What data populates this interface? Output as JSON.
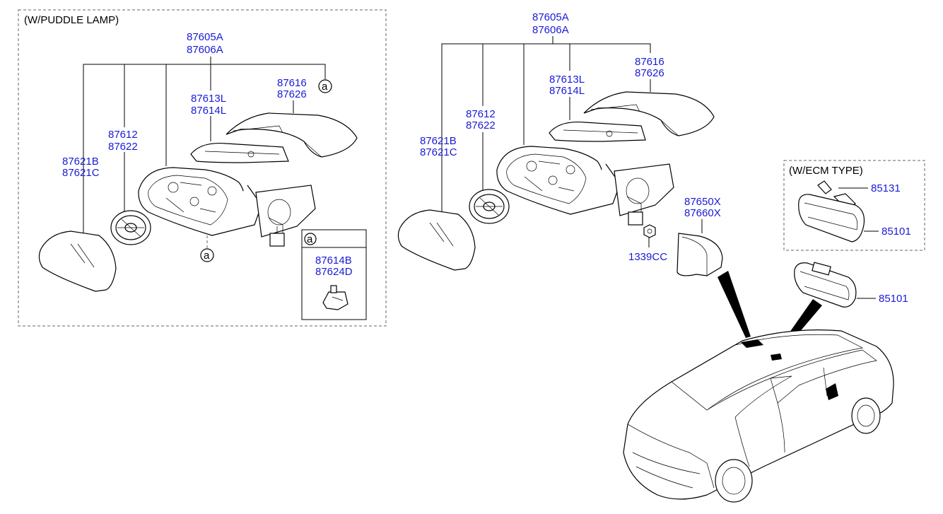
{
  "colors": {
    "label": "#1a1ad6",
    "line": "#000000",
    "frame": "#666666"
  },
  "left_box": {
    "title": "(W/PUDDLE LAMP)",
    "assembly_a": "87605A",
    "assembly_b": "87606A",
    "cover_a": "87616",
    "cover_b": "87626",
    "lamp_a": "87613L",
    "lamp_b": "87614L",
    "actuator_a": "87612",
    "actuator_b": "87622",
    "glass_a": "87621B",
    "glass_b": "87621C",
    "ref_marker": "a",
    "ref_marker_2": "a",
    "inset_marker": "a",
    "inset_a": "87614B",
    "inset_b": "87624D"
  },
  "middle": {
    "assembly_a": "87605A",
    "assembly_b": "87606A",
    "cover_a": "87616",
    "cover_b": "87626",
    "lamp_a": "87613L",
    "lamp_b": "87614L",
    "actuator_a": "87612",
    "actuator_b": "87622",
    "glass_a": "87621B",
    "glass_b": "87621C",
    "trim_a": "87650X",
    "trim_b": "87660X",
    "nut": "1339CC"
  },
  "right_box": {
    "title": "(W/ECM TYPE)",
    "bracket": "85131",
    "mirror": "85101"
  },
  "inside_mirror": "85101"
}
